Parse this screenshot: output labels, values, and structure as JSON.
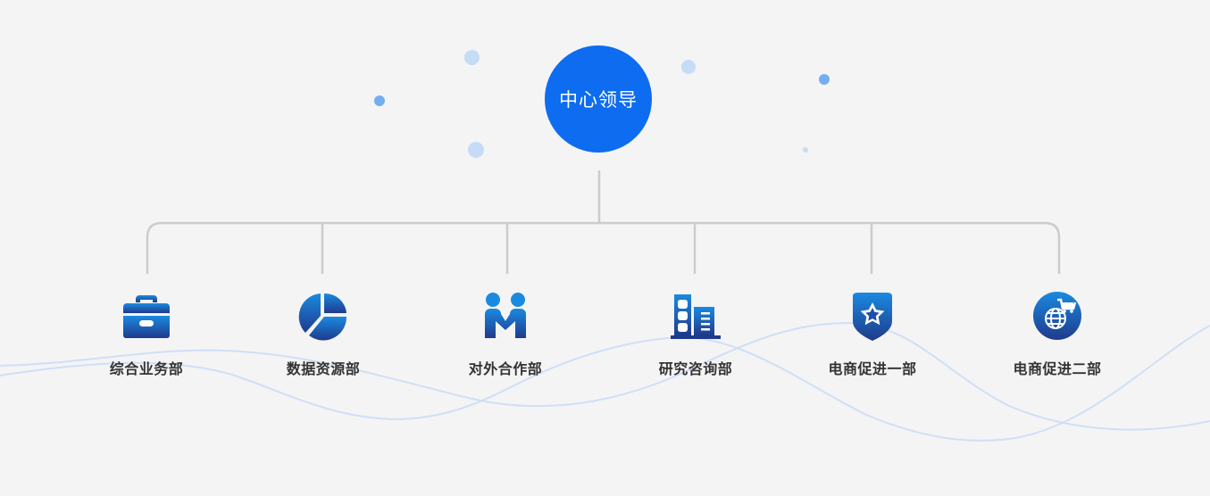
{
  "root": {
    "label": "中心领导",
    "color": "#0d6cf0"
  },
  "departments": [
    {
      "label": "综合业务部",
      "icon": "briefcase-icon"
    },
    {
      "label": "数据资源部",
      "icon": "pie-chart-icon"
    },
    {
      "label": "对外合作部",
      "icon": "handshake-icon"
    },
    {
      "label": "研究咨询部",
      "icon": "building-icon"
    },
    {
      "label": "电商促进一部",
      "icon": "shield-star-icon"
    },
    {
      "label": "电商促进二部",
      "icon": "globe-cart-icon"
    }
  ],
  "colors": {
    "icon_gradient_top": "#1a8ae0",
    "icon_gradient_bottom": "#1f3a8c",
    "connector": "#cccccc",
    "wave": "#cfe0f7",
    "background": "#f4f4f4"
  }
}
